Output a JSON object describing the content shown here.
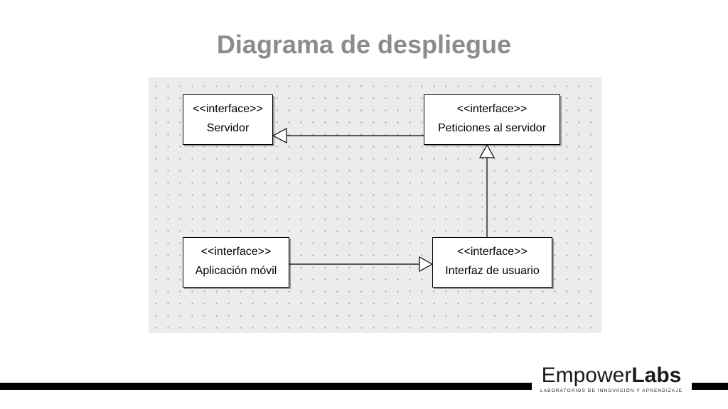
{
  "slide": {
    "title": "Diagrama de despliegue"
  },
  "diagram": {
    "nodes": {
      "servidor": {
        "stereotype": "<<interface>>",
        "name": "Servidor"
      },
      "peticiones": {
        "stereotype": "<<interface>>",
        "name": "Peticiones al servidor"
      },
      "aplicacion": {
        "stereotype": "<<interface>>",
        "name": "Aplicación móvil"
      },
      "interfaz": {
        "stereotype": "<<interface>>",
        "name": "Interfaz de usuario"
      }
    },
    "relations": [
      {
        "from": "Peticiones al servidor",
        "to": "Servidor",
        "type": "generalization"
      },
      {
        "from": "Interfaz de usuario",
        "to": "Peticiones al servidor",
        "type": "generalization"
      },
      {
        "from": "Aplicación móvil",
        "to": "Interfaz de usuario",
        "type": "generalization"
      }
    ]
  },
  "footer": {
    "brand_light": "Empower",
    "brand_bold": "Labs",
    "tagline": "LABORATORIOS DE INNOVACIÓN Y APRENDIZAJE"
  },
  "colors": {
    "title": "#8c8c8c",
    "canvas": "#ececec",
    "grid_dot": "#a9a9a9",
    "bar": "#000000"
  }
}
